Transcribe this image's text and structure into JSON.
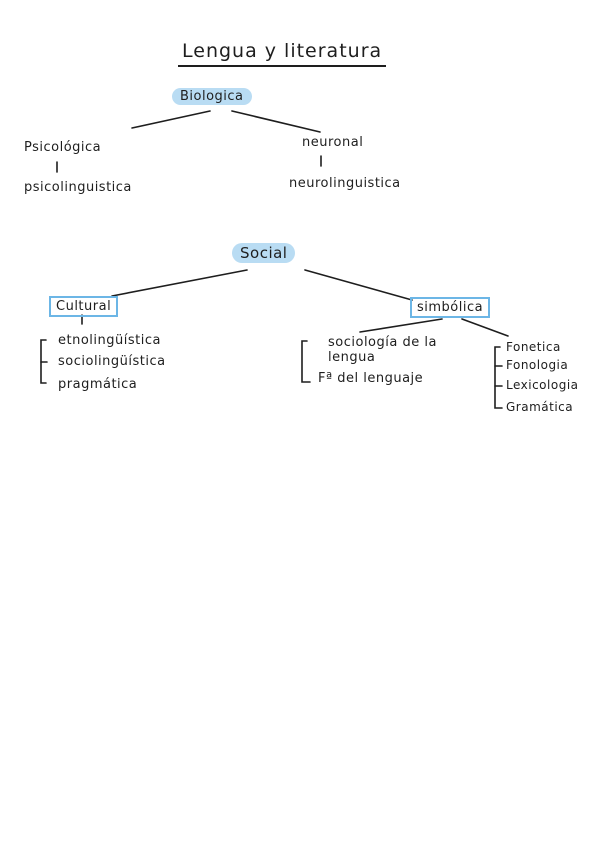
{
  "title": "Lengua y literatura",
  "biologica": {
    "label": "Biologica",
    "psicologica": {
      "label": "Psicológica",
      "sub": "psicolinguistica"
    },
    "neuronal": {
      "label": "neuronal",
      "sub": "neurolinguistica"
    }
  },
  "social": {
    "label": "Social",
    "cultural": {
      "label": "Cultural",
      "items": [
        "etnolingüística",
        "sociolingüística",
        "pragmática"
      ]
    },
    "simbolica": {
      "label": "simbólica",
      "left": [
        "sociología de la lengua",
        "Fª del lenguaje"
      ],
      "right": [
        "Fonetica",
        "Fonologia",
        "Lexicologia",
        "Gramática"
      ]
    }
  },
  "colors": {
    "highlight": "#b9dcf3",
    "box_border": "#6cb6e6",
    "ink": "#1e1e1e"
  }
}
